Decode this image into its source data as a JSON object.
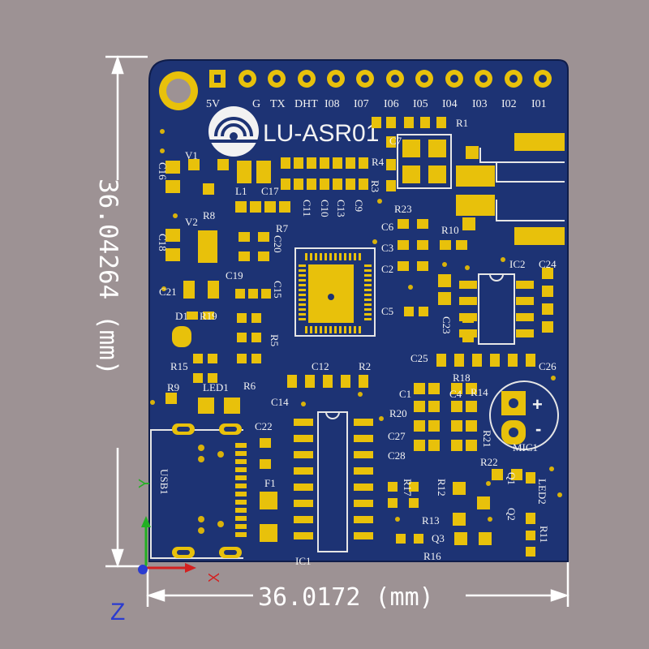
{
  "board": {
    "name": "LU-ASR01",
    "width_label": "36.0172 (mm)",
    "height_label": "36.04264 (mm)"
  },
  "header_pins": [
    "5V",
    "G",
    "TX",
    "DHT",
    "I08",
    "I07",
    "I06",
    "I05",
    "I04",
    "I03",
    "I02",
    "I01"
  ],
  "axes": {
    "x": "X",
    "y": "Y",
    "z": "Z"
  },
  "components": [
    "C16",
    "V1",
    "L1",
    "C17",
    "R1",
    "C7",
    "R4",
    "R3",
    "C9",
    "C13",
    "C10",
    "C11",
    "V2",
    "R8",
    "R7",
    "C20",
    "C18",
    "R23",
    "C6",
    "C3",
    "C2",
    "R10",
    "IC2",
    "C24",
    "C19",
    "C21",
    "C15",
    "C5",
    "C23",
    "D1",
    "R19",
    "R5",
    "C25",
    "C26",
    "R15",
    "C12",
    "R2",
    "R18",
    "R14",
    "R9",
    "LED1",
    "R6",
    "C14",
    "C1",
    "C4",
    "R20",
    "C27",
    "C28",
    "C22",
    "R21",
    "R22",
    "MIC1",
    "USB1",
    "F1",
    "R17",
    "R12",
    "Q1",
    "LED2",
    "R13",
    "Q2",
    "Q3",
    "R16",
    "R11",
    "IC1"
  ],
  "mic_polarity": {
    "plus": "+",
    "minus": "-"
  },
  "colors": {
    "background": "#9d9294",
    "board": "#1d3374",
    "pad": "#e8c10b",
    "silkscreen": "#f2f2f2"
  }
}
